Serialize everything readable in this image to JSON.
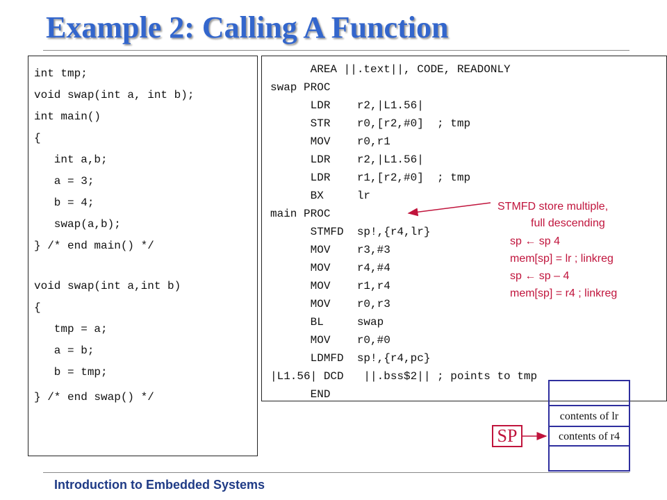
{
  "slide": {
    "title": "Example 2: Calling A Function",
    "footer": "Introduction to Embedded Systems"
  },
  "c_code": {
    "lines": [
      "int tmp;",
      "void swap(int a, int b);",
      "int main()",
      "{",
      "   int a,b;",
      "   a = 3;",
      "   b = 4;",
      "   swap(a,b);",
      "} /* end main() */",
      "",
      "void swap(int a,int b)",
      "{",
      "   tmp = a;",
      "   a = b;",
      "   b = tmp;",
      "} /* end swap() */"
    ]
  },
  "asm_code": {
    "lines": [
      "      AREA ||.text||, CODE, READONLY",
      "swap PROC",
      "      LDR    r2,|L1.56|",
      "      STR    r0,[r2,#0]  ; tmp",
      "      MOV    r0,r1",
      "      LDR    r2,|L1.56|",
      "      LDR    r1,[r2,#0]  ; tmp",
      "      BX     lr",
      "main PROC",
      "      STMFD  sp!,{r4,lr}",
      "      MOV    r3,#3",
      "      MOV    r4,#4",
      "      MOV    r1,r4",
      "      MOV    r0,r3",
      "      BL     swap",
      "      MOV    r0,#0",
      "      LDMFD  sp!,{r4,pc}",
      "|L1.56| DCD   ||.bss$2|| ; points to tmp",
      "      END"
    ]
  },
  "annotation": {
    "heading_line1": "STMFD  store multiple,",
    "heading_line2": "full descending",
    "steps": [
      "sp ← sp  4",
      "mem[sp] = lr ; linkreg",
      "sp ← sp – 4",
      "mem[sp] = r4 ; linkreg"
    ]
  },
  "stack": {
    "sp_label": "SP",
    "cells": [
      "",
      "contents of lr",
      "contents of r4",
      ""
    ]
  },
  "colors": {
    "title": "#3366cc",
    "annotation": "#c0143c",
    "stack_border": "#2e2e9e",
    "footer": "#1f3b86"
  }
}
